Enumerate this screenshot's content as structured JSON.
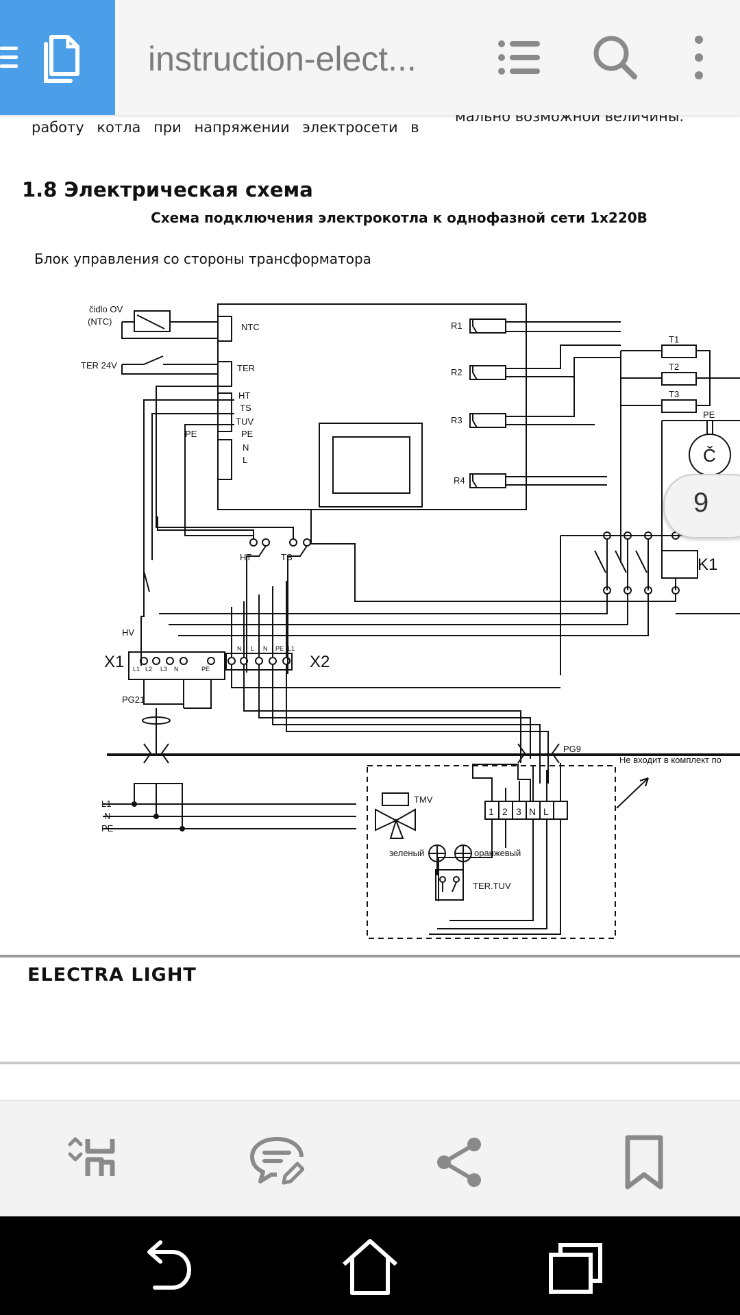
{
  "appbar": {
    "title": "instruction-elect...",
    "background": "#f5f5f5",
    "accent": "#4b9ee8",
    "icons": [
      "menu-icon",
      "document-icon",
      "list-icon",
      "search-icon",
      "more-vert-icon"
    ]
  },
  "document": {
    "body_left": "работу котла при напряжении электросети в",
    "body_right": "мально возможной величины.",
    "section_heading": "1.8  Электрическая схема",
    "scheme_title": "Схема подключения электрокотла к однофазной сети 1х220В",
    "block_label": "Блок управления со стороны трансформатора",
    "footer_brand": "ELECTRA LIGHT"
  },
  "schematic": {
    "cidlo_line1": "čidlo OV",
    "cidlo_line2": "(NTC)",
    "ter24": "TER 24V",
    "pe_left": "PE",
    "terminals": [
      "NTC",
      "TER",
      "HT",
      "TS",
      "TUV",
      "PE",
      "N",
      "L"
    ],
    "relays": [
      "R1",
      "R2",
      "R3",
      "R4"
    ],
    "heaters": [
      "T1",
      "T2",
      "T3"
    ],
    "pump_pe": "PE",
    "pump": "Č",
    "contactor": "K1",
    "ht": "HT",
    "ts": "TS",
    "hv": "HV",
    "x1": "X1",
    "x1_pins": [
      "L1",
      "L2",
      "L3",
      "N",
      "PE"
    ],
    "x2": "X2",
    "x2_pins": [
      "N",
      "L",
      "N",
      "PE",
      "L1"
    ],
    "pg21": "PG21",
    "pg9": "PG9",
    "not_included": "Не входит в комплект по",
    "mains": [
      "L1",
      "N",
      "PE"
    ],
    "tmv": "TMV",
    "terminal_block": [
      "1",
      "2",
      "3",
      "N",
      "L"
    ],
    "green": "зеленый",
    "orange": "оранжевый",
    "ter_tuv": "TER.TUV"
  },
  "page_indicator": "9",
  "toolbar": {
    "icons": [
      "reflow-icon",
      "comment-edit-icon",
      "share-icon",
      "bookmark-icon"
    ]
  },
  "navbar": {
    "icons": [
      "back-icon",
      "home-icon",
      "recent-apps-icon"
    ]
  }
}
